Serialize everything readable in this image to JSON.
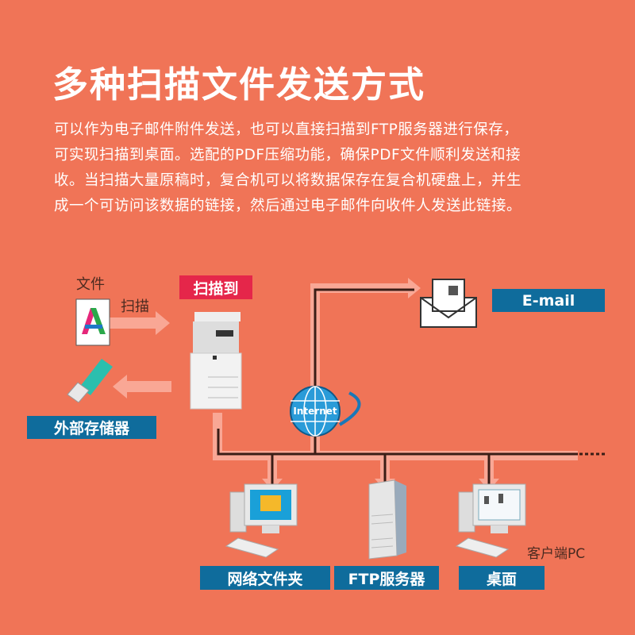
{
  "title": "多种扫描文件发送方式",
  "description": [
    "可以作为电子邮件附件发送，也可以直接扫描到FTP服务器进行保存，",
    "可实现扫描到桌面。选配的PDF压缩功能，确保PDF文件顺利发送和接",
    "收。当扫描大量原稿时，复合机可以将数据保存在复合机硬盘上，并生",
    "成一个可访问该数据的链接，然后通过电子邮件向收件人发送此链接。"
  ],
  "diagram": {
    "document_label": "文件",
    "scan_label": "扫描",
    "scan_to_label": "扫描到",
    "email_label": "E-mail",
    "external_storage_label": "外部存储器",
    "internet_label": "Internet",
    "network_folder_label": "网络文件夹",
    "ftp_server_label": "FTP服务器",
    "desktop_label": "桌面",
    "client_pc_label": "客户端PC",
    "document_glyph": "A"
  },
  "colors": {
    "background": "#f07457",
    "label_blue": "#0f6c9c",
    "label_red": "#e5264a",
    "line": "#3a1d16",
    "arrow": "#f9a795"
  }
}
